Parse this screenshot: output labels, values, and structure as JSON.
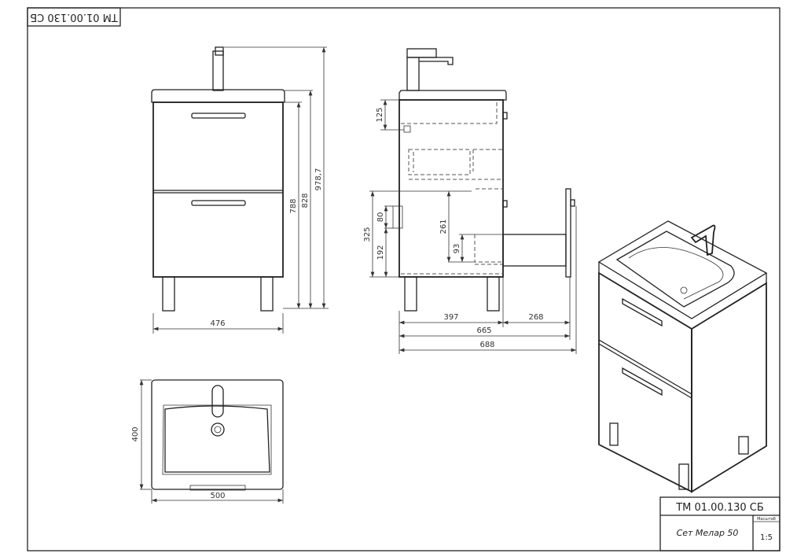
{
  "stamp": {
    "code_inverted": "ТМ 01.00.130 СБ"
  },
  "title_block": {
    "code": "ТМ 01.00.130 СБ",
    "name": "Сет Мелар 50",
    "scale_label": "Масштаб",
    "scale": "1:5"
  },
  "front_view": {
    "width": "476",
    "h_body": "788",
    "h_total": "828",
    "h_faucet": "978,7"
  },
  "side_view": {
    "depth_body": "397",
    "drawer_out": "268",
    "depth_total": "665",
    "depth_overall": "688",
    "d125": "125",
    "d325": "325",
    "d80": "80",
    "d192": "192",
    "d261": "261",
    "d93": "93"
  },
  "top_view": {
    "width": "500",
    "depth": "400"
  }
}
